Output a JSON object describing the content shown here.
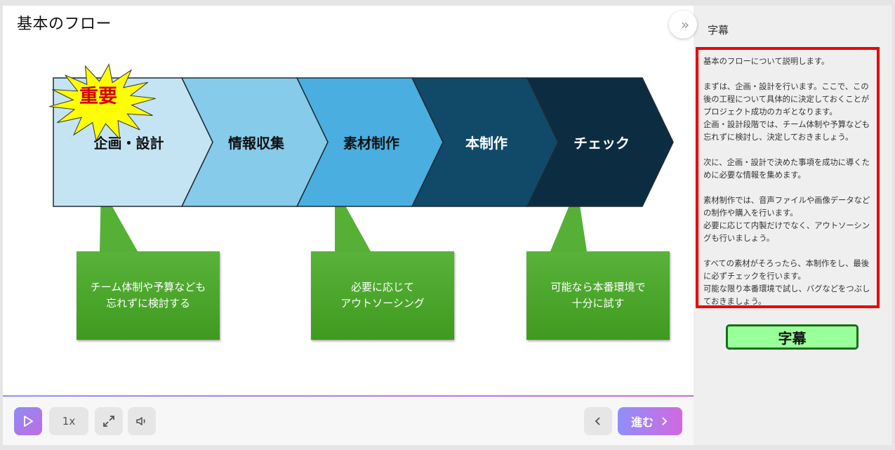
{
  "slide": {
    "title": "基本のフロー",
    "badge": "重要",
    "stages": [
      {
        "label": "企画・設計",
        "fill": "#c4e4f4",
        "text_color": "#111111"
      },
      {
        "label": "情報収集",
        "fill": "#86cbea",
        "text_color": "#111111"
      },
      {
        "label": "素材制作",
        "fill": "#4aafe0",
        "text_color": "#111111"
      },
      {
        "label": "本制作",
        "fill": "#114a68",
        "text_color": "#ffffff"
      },
      {
        "label": "チェック",
        "fill": "#0c2d41",
        "text_color": "#ffffff"
      }
    ],
    "notes": [
      {
        "text": "チーム体制や予算なども\n忘れずに検討する"
      },
      {
        "text": "必要に応じて\nアウトソーシング"
      },
      {
        "text": "可能なら本番環境で\n十分に試す"
      }
    ],
    "colors": {
      "note_green": "#4aa529",
      "badge_yellow": "#ffff00",
      "badge_text": "#d40000"
    }
  },
  "controls": {
    "play_icon": "play-icon",
    "speed": "1x",
    "fullscreen_icon": "expand-icon",
    "volume_icon": "volume-icon",
    "prev_icon": "chevron-left-icon",
    "next_label": "進む"
  },
  "sidebar": {
    "collapse_icon": "double-chevron-right-icon",
    "title": "字幕",
    "subtitle_text": "基本のフローについて説明します。\n\nまずは、企画・設計を行います。ここで、この後の工程について具体的に決定しておくことがプロジェクト成功のカギとなります。\n企画・設計段階では、チーム体制や予算なども忘れずに検討し、決定しておきましょう。\n\n次に、企画・設計で決めた事項を成功に導くために必要な情報を集めます。\n\n素材制作では、音声ファイルや画像データなどの制作や購入を行います。\n必要に応じて内製だけでなく、アウトソーシングも行いましょう。\n\nすべての素材がそろったら、本制作をし、最後に必ずチェックを行います。\n可能な限り本番環境で試し、バグなどをつぶしておきましょう。",
    "button_label": "字幕"
  }
}
